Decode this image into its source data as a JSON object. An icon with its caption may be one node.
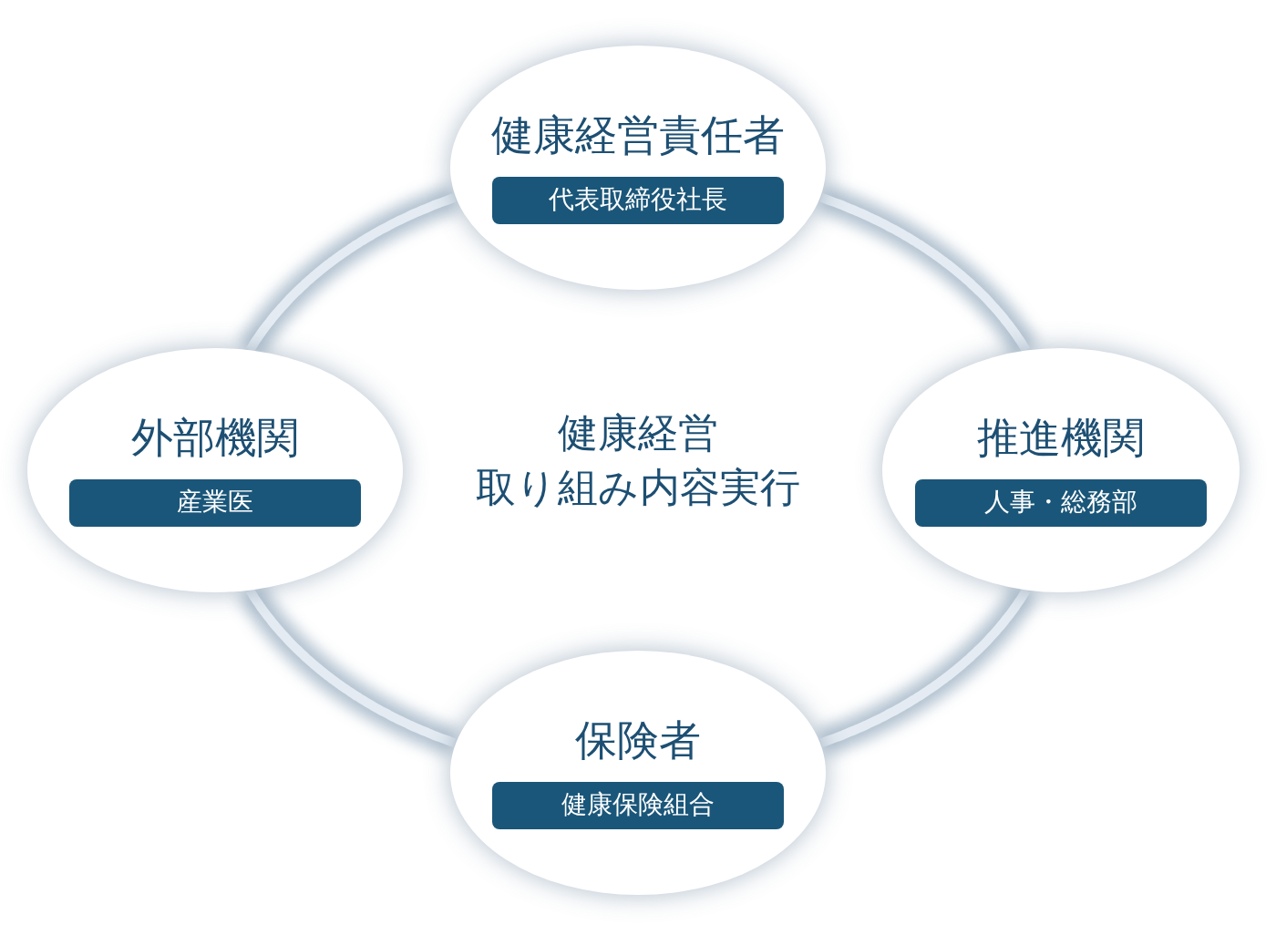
{
  "diagram": {
    "nodes": [
      {
        "text": [
          "健康経営責任者",
          "代表取締役社長"
        ]
      },
      {
        "text": [
          "推進機関",
          "人事・総務部"
        ]
      },
      {
        "text": [
          "保険者",
          "健康保険組合"
        ]
      },
      {
        "text": [
          "外部機関",
          "産業医"
        ]
      }
    ],
    "edges": [
      {
        "from": 0,
        "to": 1,
        "arrow": "none"
      },
      {
        "from": 1,
        "to": 2,
        "arrow": "none"
      },
      {
        "from": 2,
        "to": 3,
        "arrow": "none"
      },
      {
        "from": 3,
        "to": 0,
        "arrow": "none"
      }
    ],
    "labels": [
      "健康経営取り組み内容実行"
    ]
  }
}
